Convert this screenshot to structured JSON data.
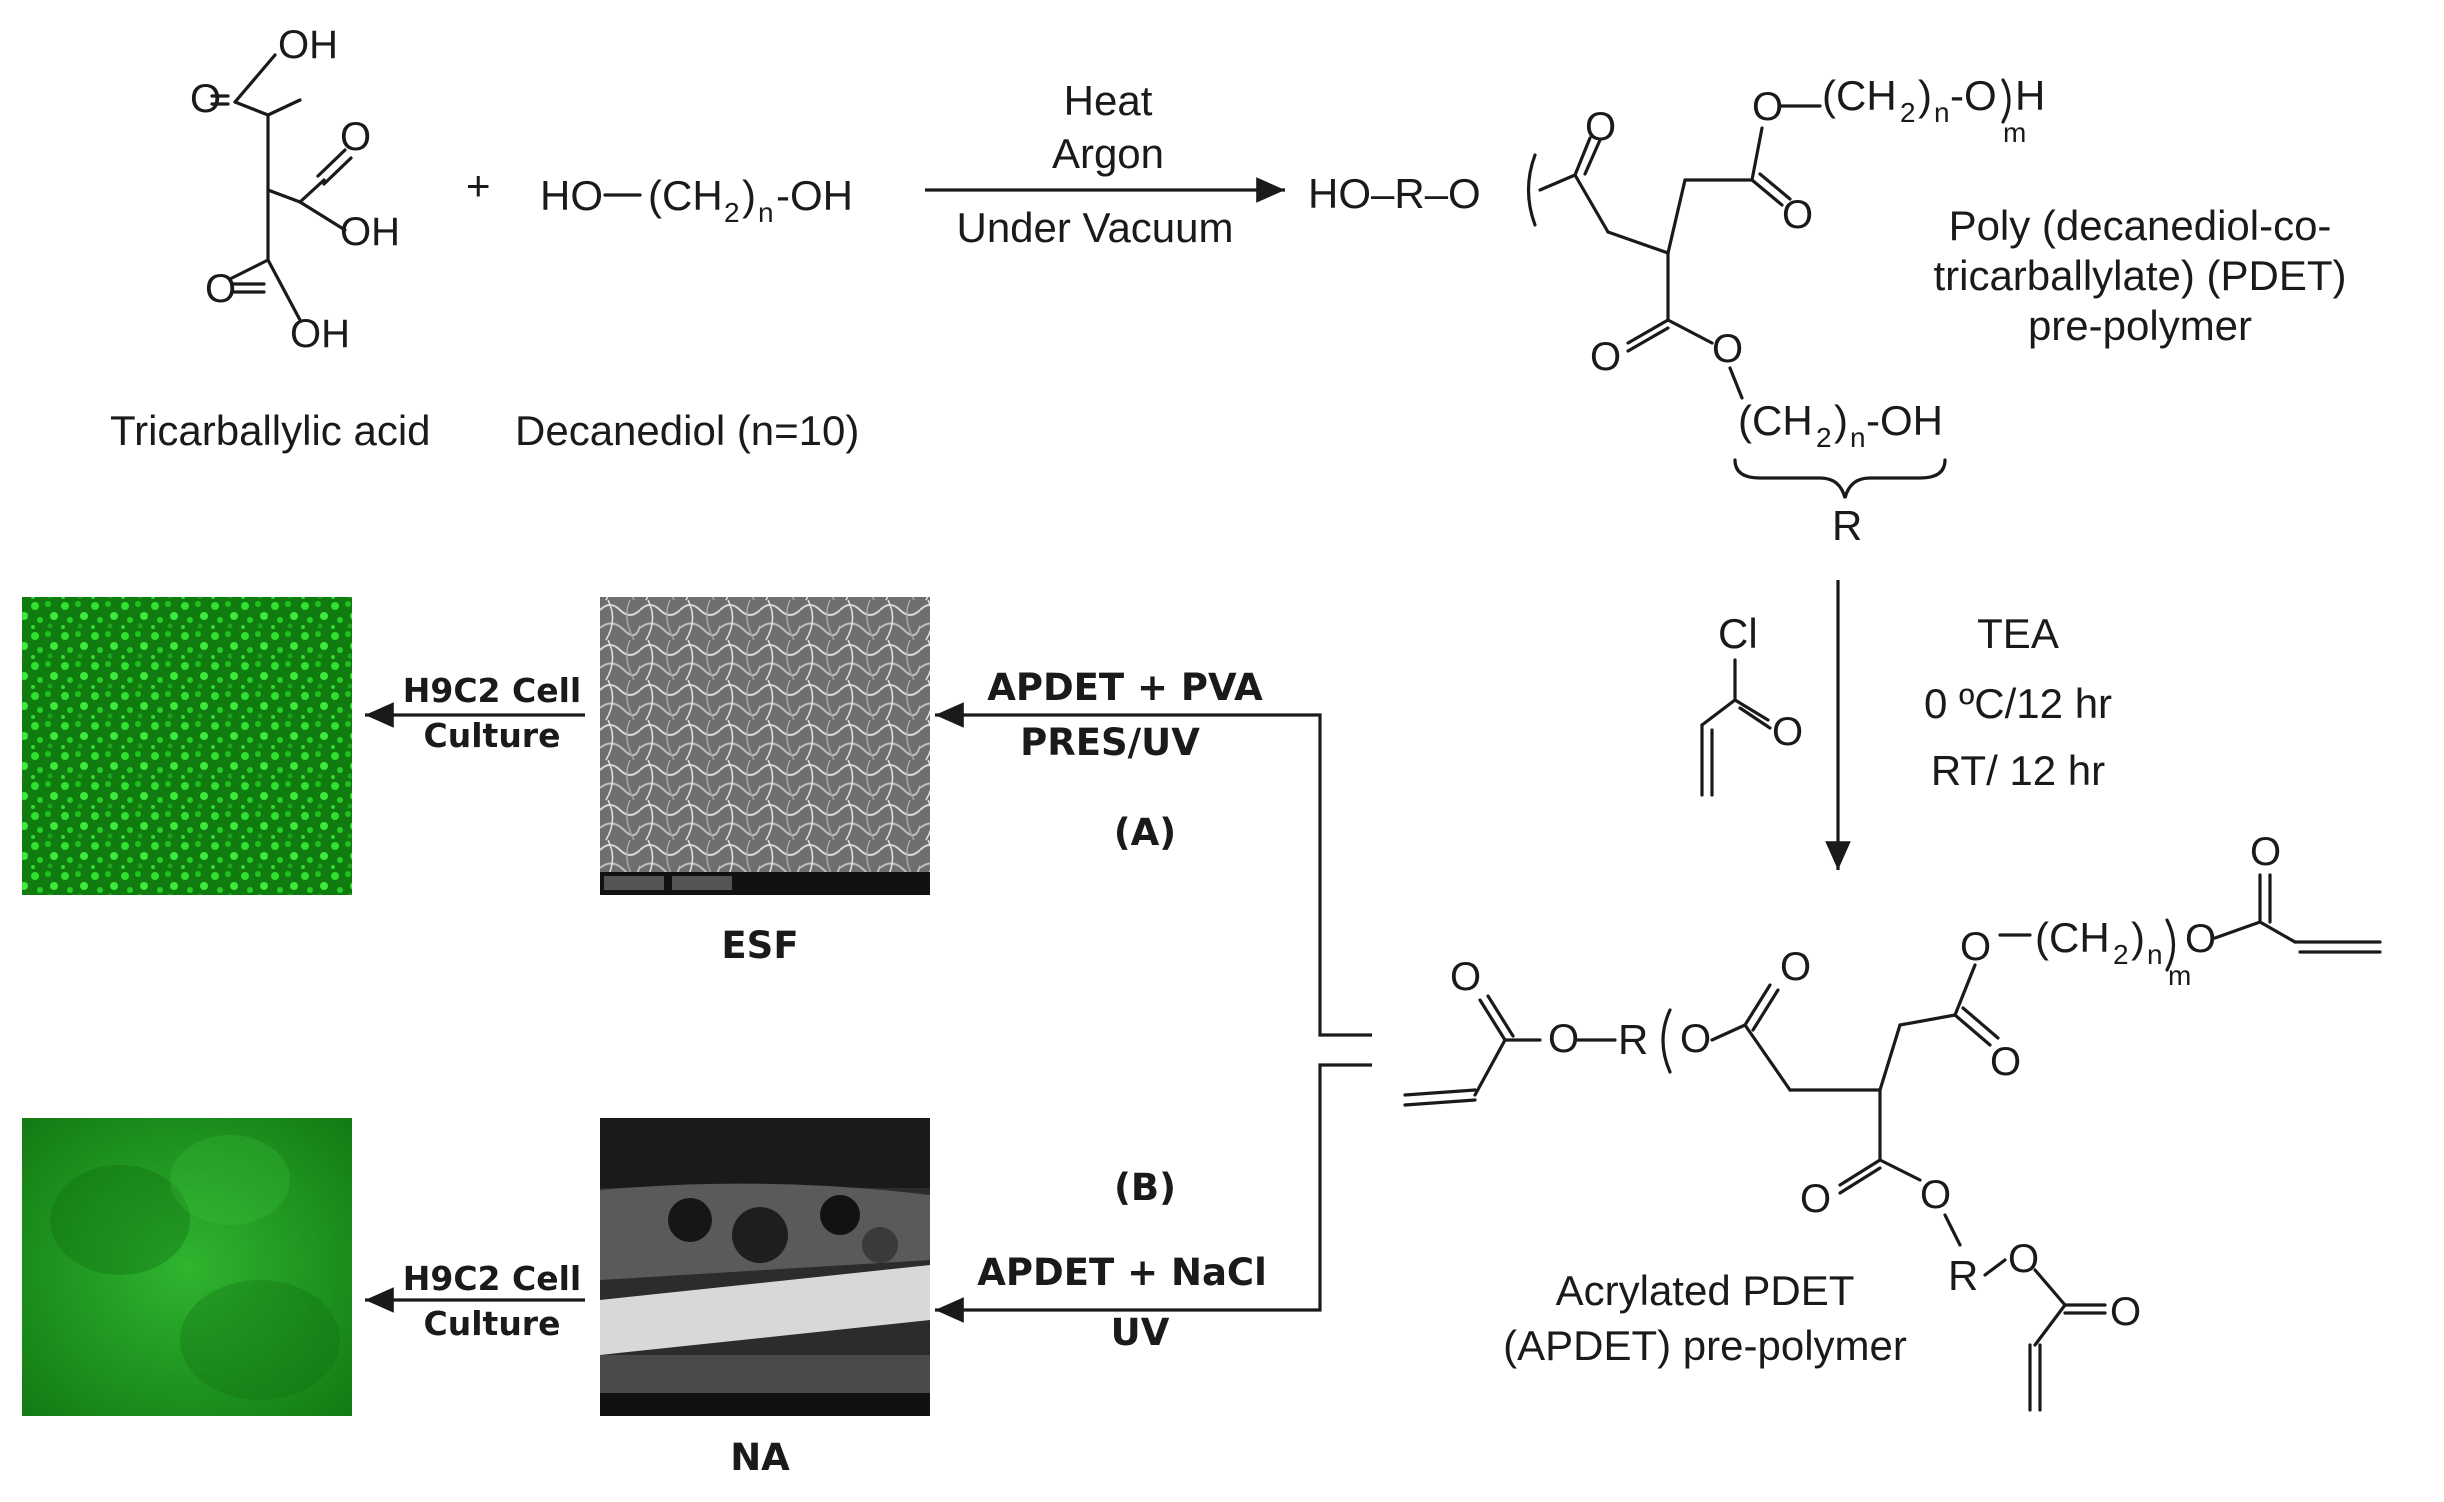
{
  "reactants": {
    "acid_name": "Tricarballylic acid",
    "diol_name": "Decanediol (n=10)",
    "oh": "OH",
    "o": "O",
    "plus": "+",
    "diol_left": "HO",
    "ch2": "(CH",
    "two": "2",
    "n": "n",
    "paren_close": ")",
    "dash_oh": "-OH"
  },
  "step1": {
    "line1": "Heat",
    "line2": "Argon",
    "line3": "Under Vacuum"
  },
  "pdet": {
    "ho_r_o": "HO–R–O",
    "top_chain_o": "O",
    "top_chain_ch2": "(CH",
    "top_chain_tail": "-O",
    "h": "H",
    "m": "m",
    "side_tail": "-OH",
    "r_label": "R",
    "name_line1": "Poly (decanediol-co-",
    "name_line2": "tricarballylate) (PDET)",
    "name_line3": "pre-polymer"
  },
  "step2": {
    "cl": "Cl",
    "o": "O",
    "line1": "TEA",
    "line2": "0 ºC/12 hr",
    "line3": "RT/ 12 hr"
  },
  "apdet": {
    "o": "O",
    "r": "R",
    "name_line1": "Acrylated PDET",
    "name_line2": "(APDET) pre-polymer"
  },
  "branch_a": {
    "line1": "APDET + PVA",
    "line2": "PRES/UV",
    "label": "(A)",
    "image_label": "ESF"
  },
  "branch_b": {
    "line1": "APDET + NaCl",
    "line2": "UV",
    "label": "(B)",
    "image_label": "NA"
  },
  "culture": {
    "line1": "H9C2 Cell",
    "line2": "Culture"
  },
  "colors": {
    "fluor_bright": "#22cc22",
    "fluor_dim": "#1a9b1a",
    "sem_light": "#c8c8c8",
    "sem_dark": "#3a3a3a"
  }
}
